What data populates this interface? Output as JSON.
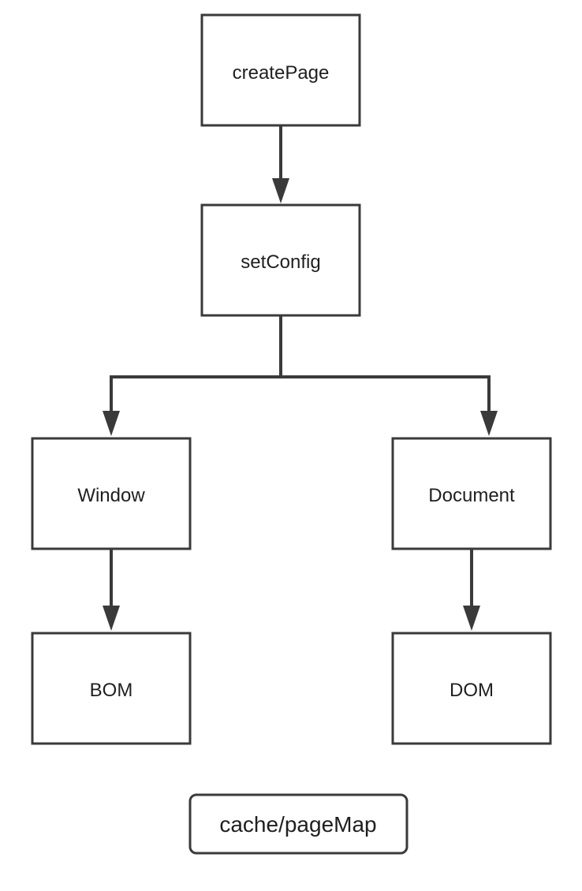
{
  "nodes": {
    "createPage": "createPage",
    "setConfig": "setConfig",
    "window": "Window",
    "document": "Document",
    "bom": "BOM",
    "dom": "DOM"
  },
  "legend": {
    "label": "cache/pageMap"
  },
  "edges": [
    {
      "from": "createPage",
      "to": "setConfig"
    },
    {
      "from": "setConfig",
      "to": "Window"
    },
    {
      "from": "setConfig",
      "to": "Document"
    },
    {
      "from": "Window",
      "to": "BOM"
    },
    {
      "from": "Document",
      "to": "DOM"
    }
  ]
}
